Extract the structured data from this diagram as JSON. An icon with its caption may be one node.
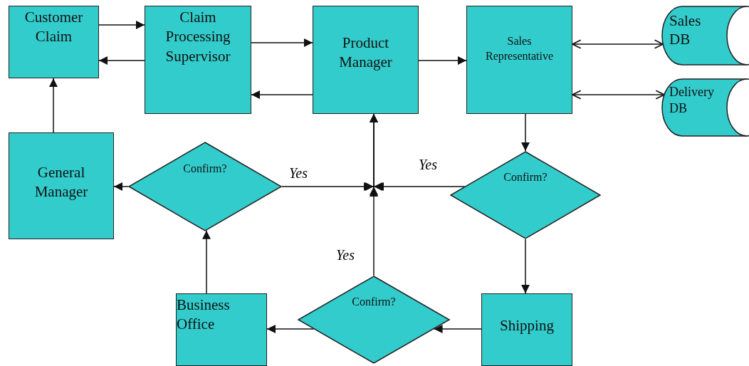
{
  "diagram": {
    "nodes": [
      {
        "text": [
          "Customer Claim"
        ]
      },
      {
        "text": [
          "Claim Processing Supervisor"
        ]
      },
      {
        "text": [
          "Product Manager"
        ]
      },
      {
        "text": [
          "Sales Representative"
        ]
      },
      {
        "text": [
          "Sales DB"
        ]
      },
      {
        "text": [
          "Delivery DB"
        ]
      },
      {
        "text": [
          "General Manager"
        ]
      },
      {
        "text": [
          "Confirm?"
        ]
      },
      {
        "text": [
          "Confirm?"
        ]
      },
      {
        "text": [
          "Business Office"
        ]
      },
      {
        "text": [
          "Confirm?"
        ]
      },
      {
        "text": [
          "Shipping"
        ]
      }
    ],
    "edges": [
      {
        "from": 0,
        "to": 1,
        "arrow": "to"
      },
      {
        "from": 1,
        "to": 0,
        "arrow": "to"
      },
      {
        "from": 1,
        "to": 2,
        "arrow": "to"
      },
      {
        "from": 2,
        "to": 1,
        "arrow": "to"
      },
      {
        "from": 2,
        "to": 3,
        "arrow": "to"
      },
      {
        "from": 3,
        "to": 4,
        "arrow": "both"
      },
      {
        "from": 3,
        "to": 5,
        "arrow": "both"
      },
      {
        "from": 6,
        "to": 0,
        "arrow": "to"
      },
      {
        "from": 7,
        "to": 6,
        "arrow": "to"
      },
      {
        "from": 7,
        "to": 2,
        "arrow": "to",
        "label": "Yes"
      },
      {
        "from": 8,
        "to": 2,
        "arrow": "to",
        "label": "Yes"
      },
      {
        "from": 10,
        "to": 2,
        "arrow": "to",
        "label": "Yes"
      },
      {
        "from": 3,
        "to": 8,
        "arrow": "to"
      },
      {
        "from": 8,
        "to": 11,
        "arrow": "to"
      },
      {
        "from": 11,
        "to": 10,
        "arrow": "to"
      },
      {
        "from": 10,
        "to": 9,
        "arrow": "to"
      },
      {
        "from": 9,
        "to": 7,
        "arrow": "to"
      }
    ]
  }
}
